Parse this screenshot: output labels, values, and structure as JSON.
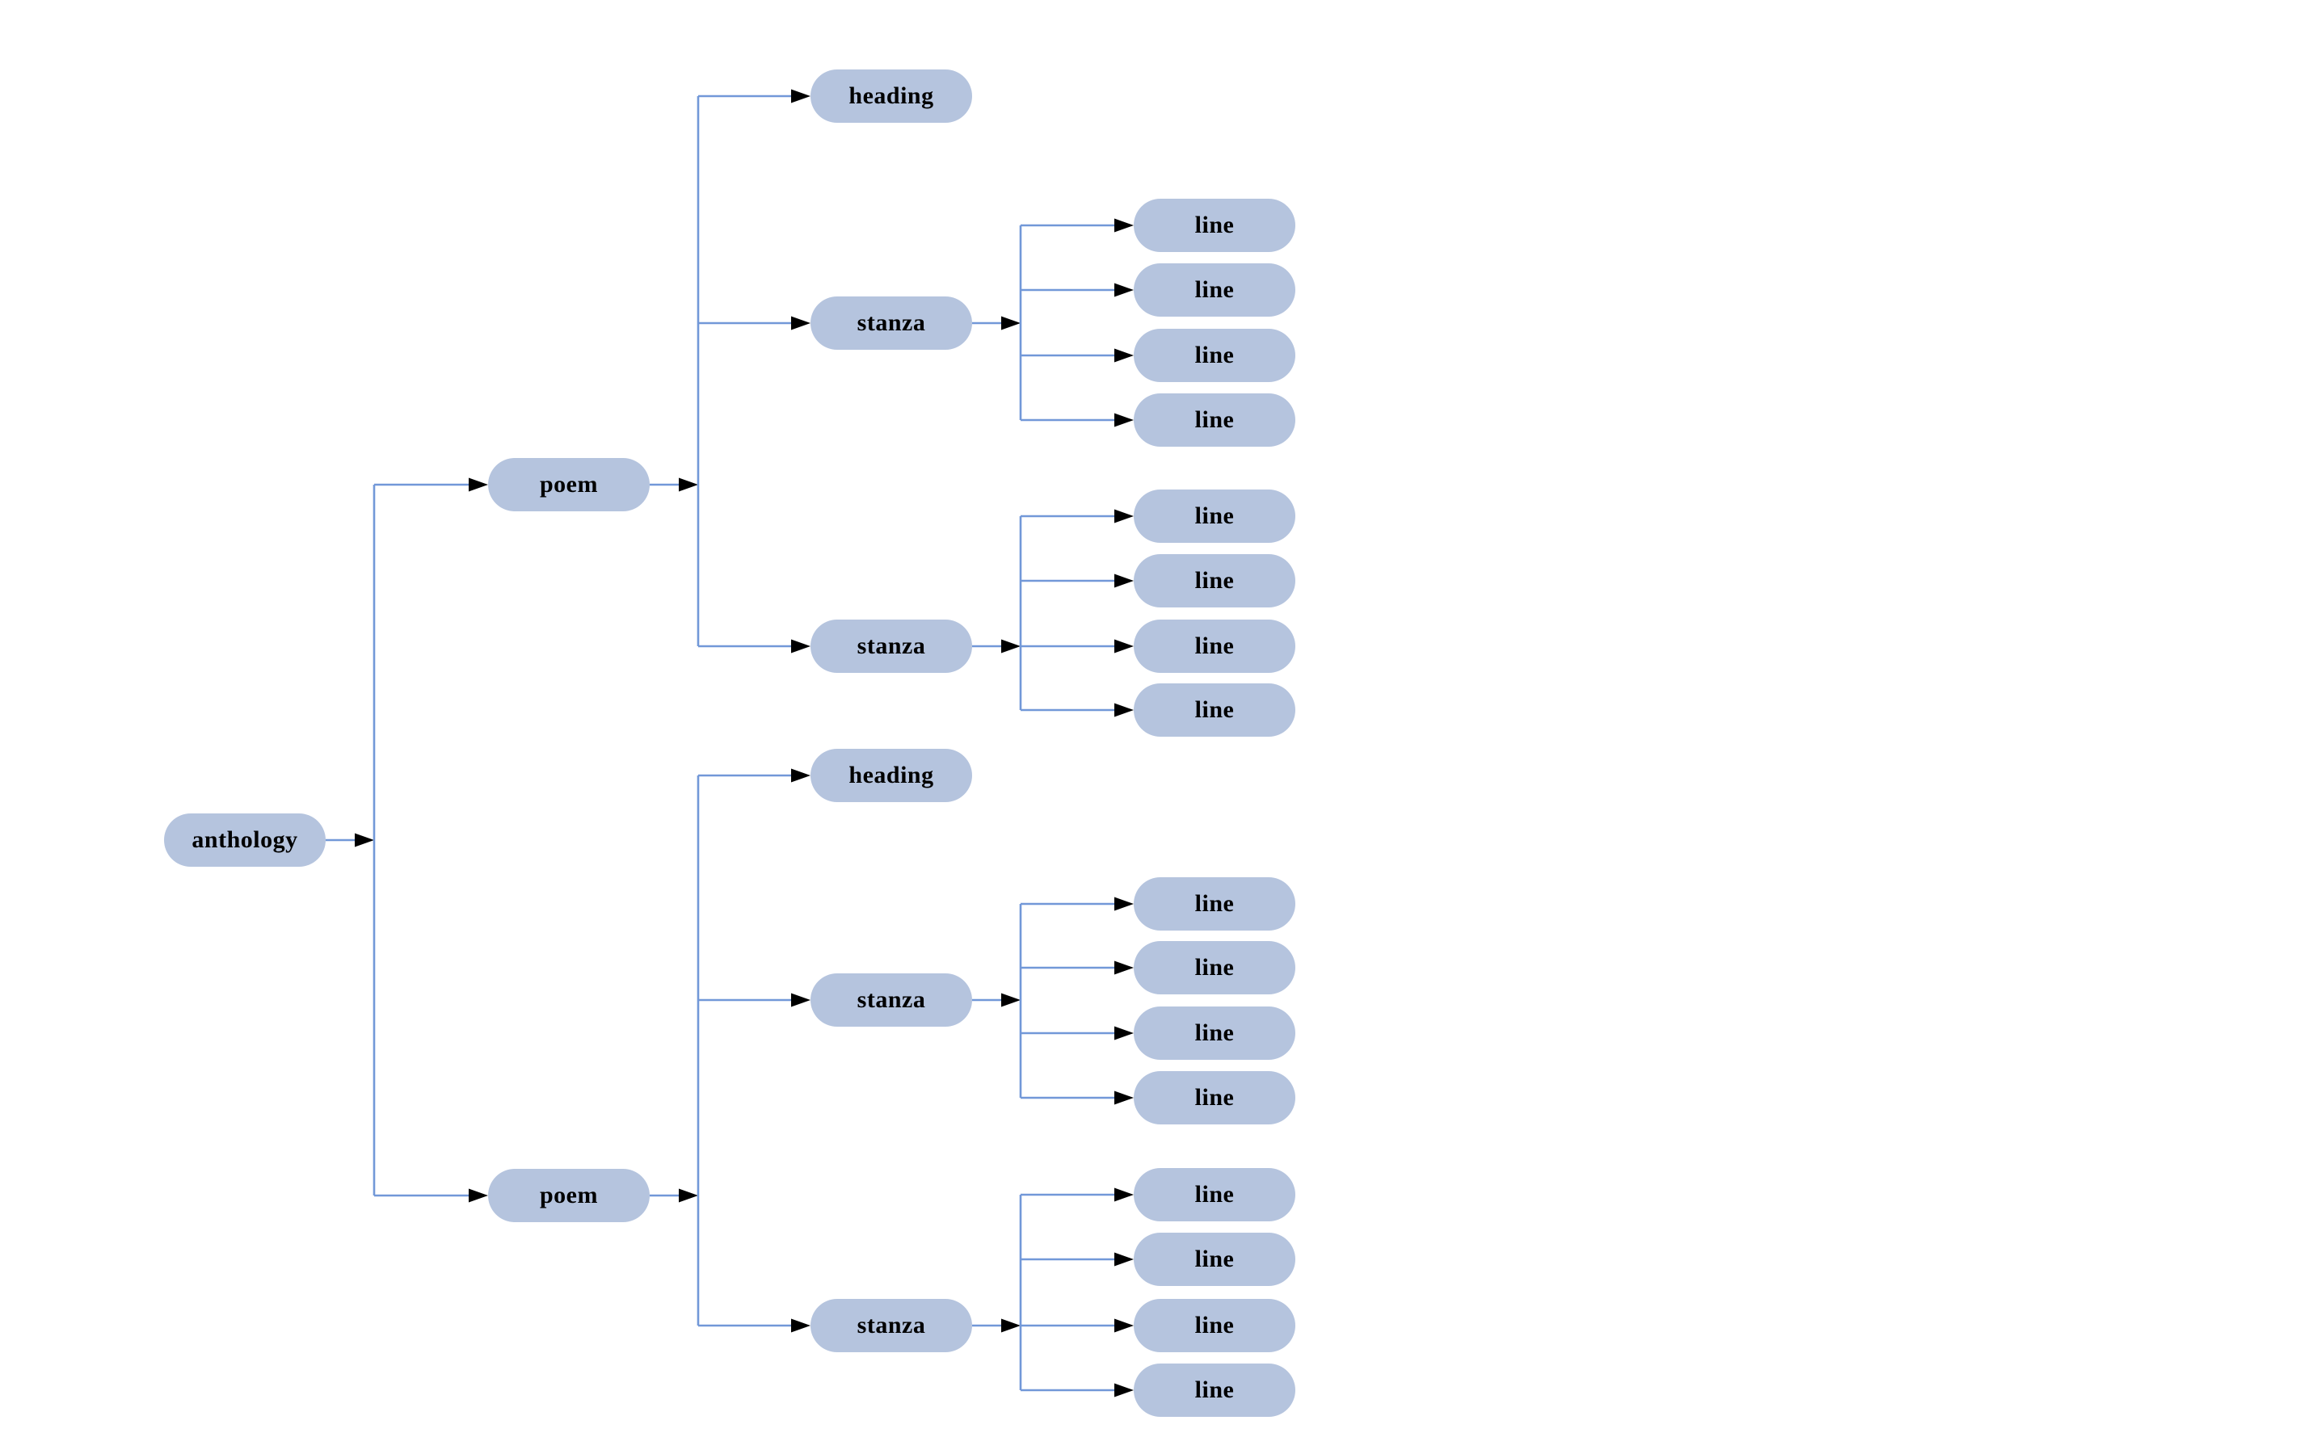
{
  "diagram": {
    "type": "tree",
    "orientation": "left-to-right",
    "root": "anthology",
    "colors": {
      "background": "#ffffff",
      "node_fill": "#b5c4de",
      "edge_line": "#7298d8",
      "arrowhead": "#000000",
      "label_text": "#000000"
    },
    "nodes": [
      {
        "id": "anthology",
        "label": "anthology"
      },
      {
        "id": "poem-1",
        "label": "poem"
      },
      {
        "id": "poem-2",
        "label": "poem"
      },
      {
        "id": "heading-1",
        "label": "heading"
      },
      {
        "id": "stanza-1",
        "label": "stanza"
      },
      {
        "id": "stanza-2",
        "label": "stanza"
      },
      {
        "id": "heading-2",
        "label": "heading"
      },
      {
        "id": "stanza-3",
        "label": "stanza"
      },
      {
        "id": "stanza-4",
        "label": "stanza"
      },
      {
        "id": "line-1",
        "label": "line"
      },
      {
        "id": "line-2",
        "label": "line"
      },
      {
        "id": "line-3",
        "label": "line"
      },
      {
        "id": "line-4",
        "label": "line"
      },
      {
        "id": "line-5",
        "label": "line"
      },
      {
        "id": "line-6",
        "label": "line"
      },
      {
        "id": "line-7",
        "label": "line"
      },
      {
        "id": "line-8",
        "label": "line"
      },
      {
        "id": "line-9",
        "label": "line"
      },
      {
        "id": "line-10",
        "label": "line"
      },
      {
        "id": "line-11",
        "label": "line"
      },
      {
        "id": "line-12",
        "label": "line"
      },
      {
        "id": "line-13",
        "label": "line"
      },
      {
        "id": "line-14",
        "label": "line"
      },
      {
        "id": "line-15",
        "label": "line"
      },
      {
        "id": "line-16",
        "label": "line"
      }
    ],
    "edges": [
      {
        "from": "anthology",
        "to": [
          "poem-1",
          "poem-2"
        ]
      },
      {
        "from": "poem-1",
        "to": [
          "heading-1",
          "stanza-1",
          "stanza-2"
        ]
      },
      {
        "from": "poem-2",
        "to": [
          "heading-2",
          "stanza-3",
          "stanza-4"
        ]
      },
      {
        "from": "stanza-1",
        "to": [
          "line-1",
          "line-2",
          "line-3",
          "line-4"
        ]
      },
      {
        "from": "stanza-2",
        "to": [
          "line-5",
          "line-6",
          "line-7",
          "line-8"
        ]
      },
      {
        "from": "stanza-3",
        "to": [
          "line-9",
          "line-10",
          "line-11",
          "line-12"
        ]
      },
      {
        "from": "stanza-4",
        "to": [
          "line-13",
          "line-14",
          "line-15",
          "line-16"
        ]
      }
    ]
  }
}
